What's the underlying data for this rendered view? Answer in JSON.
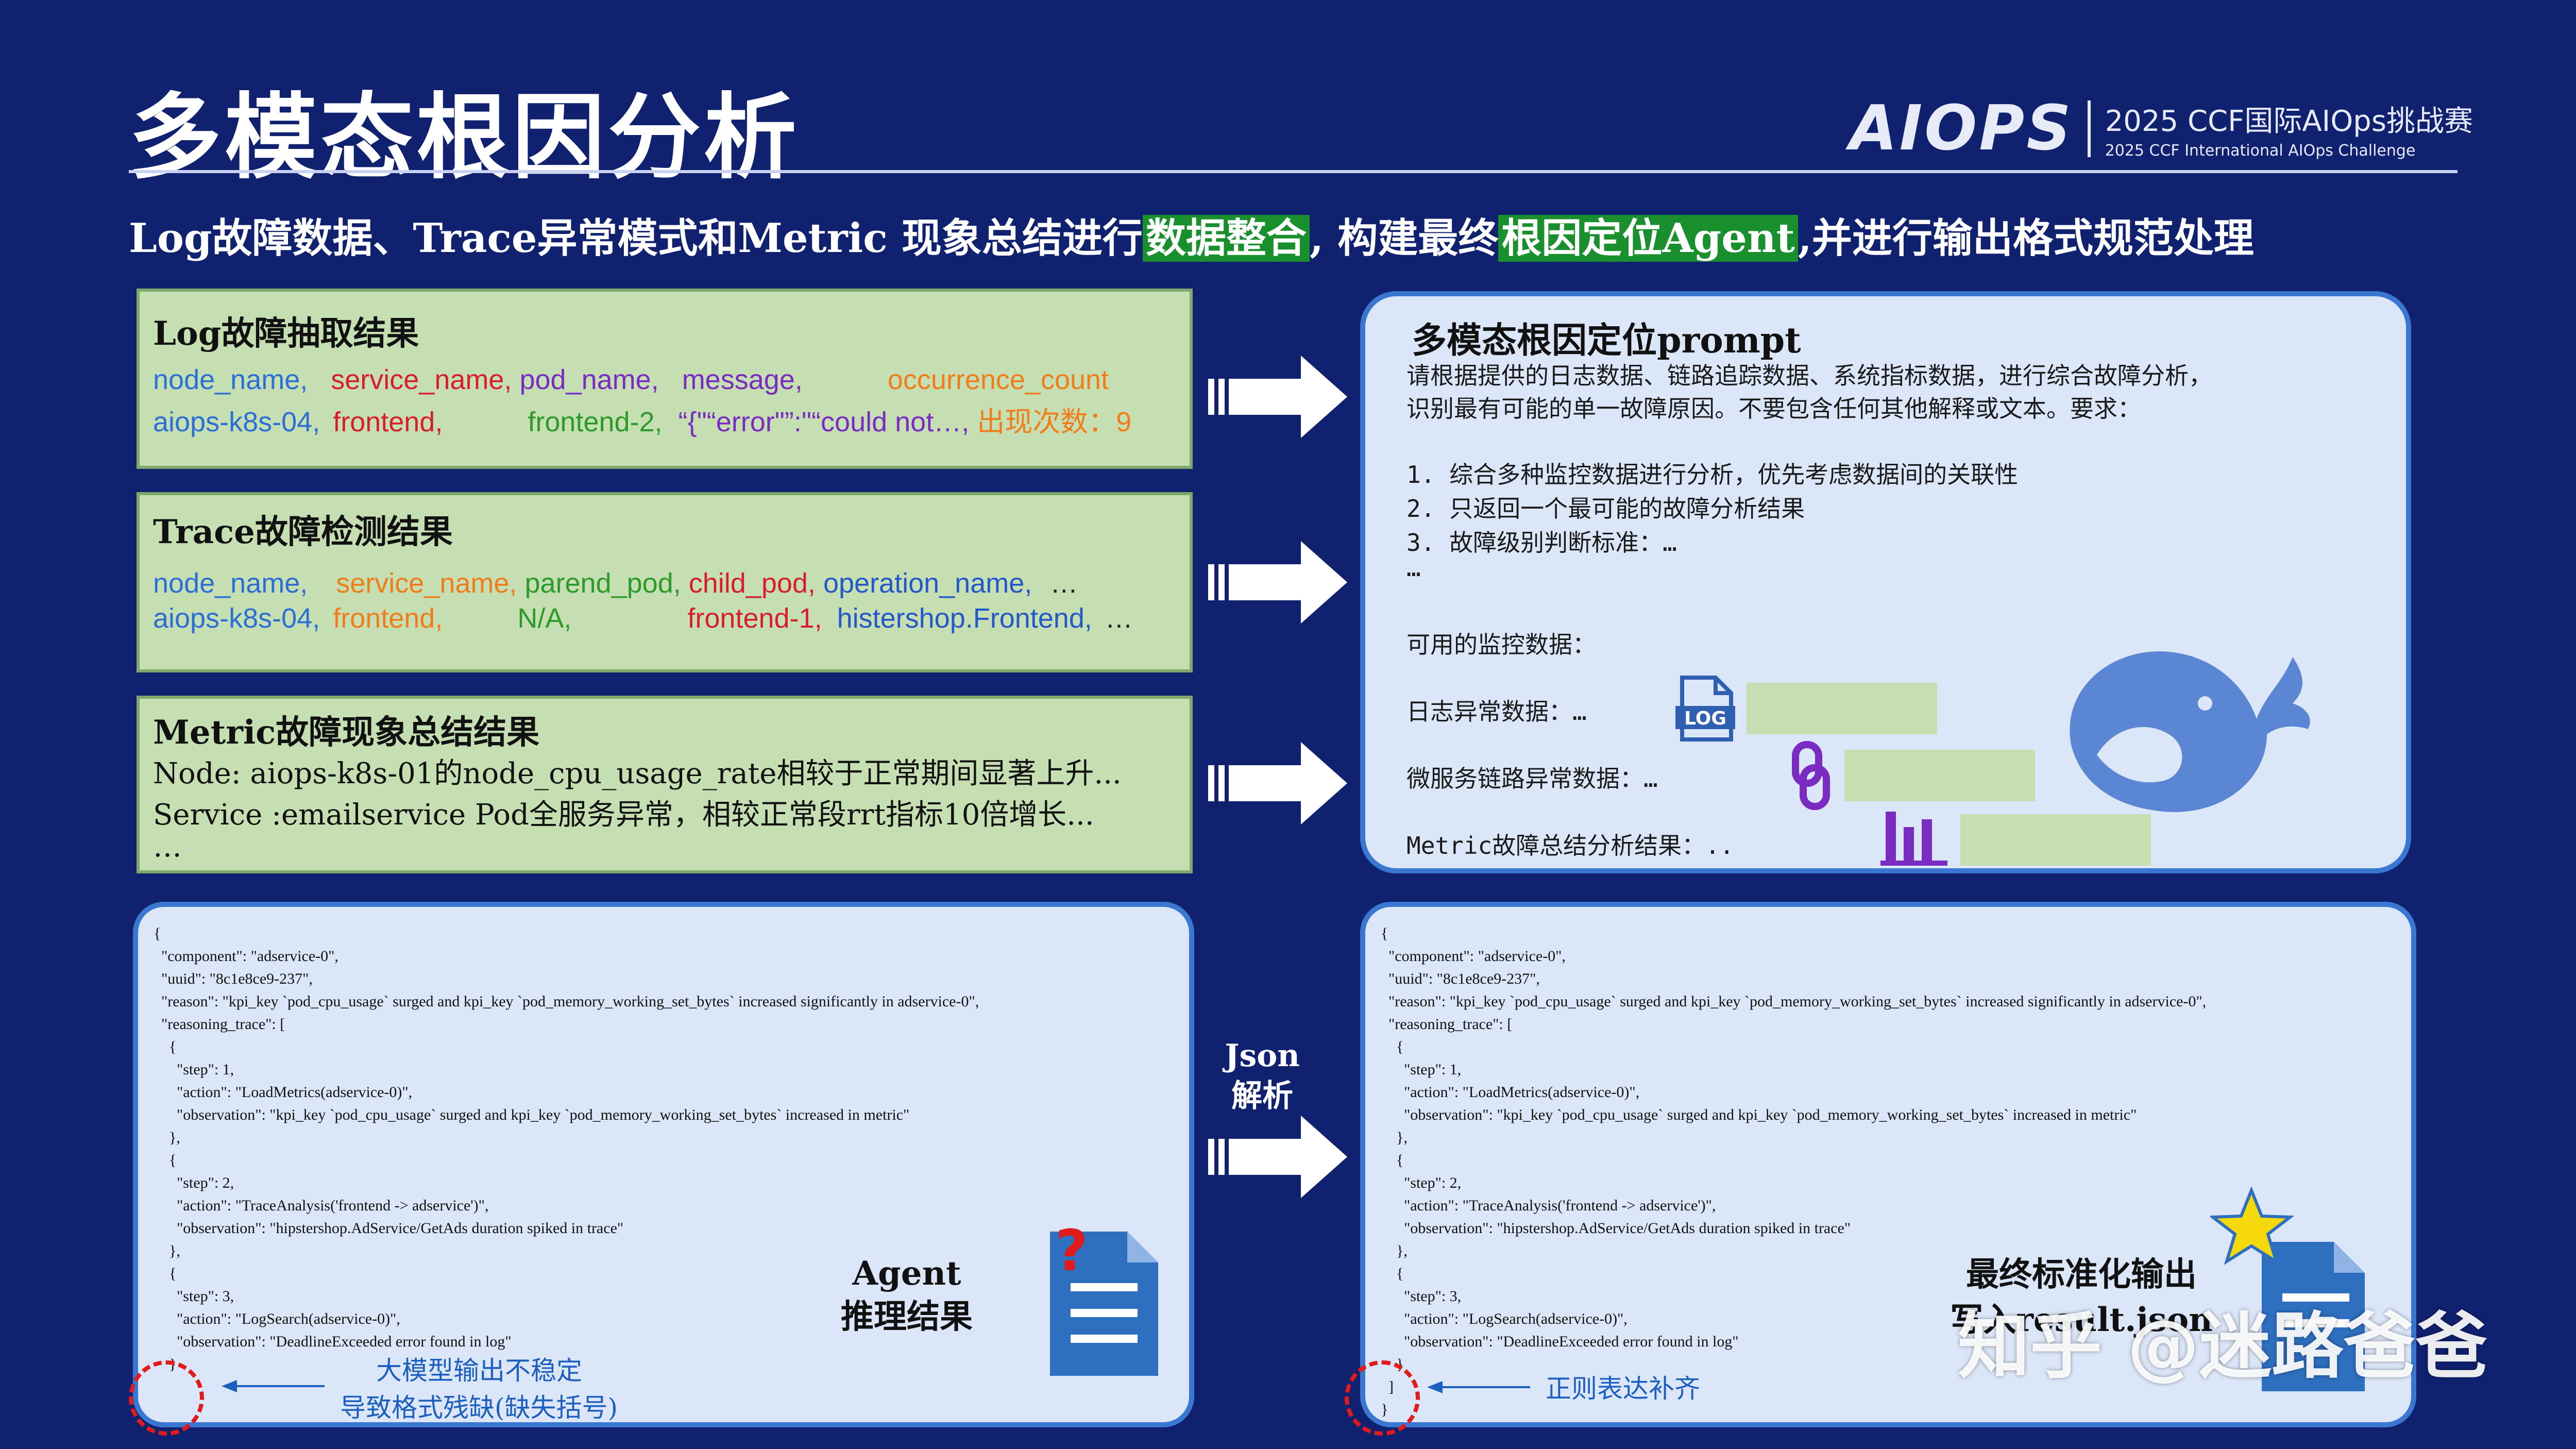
{
  "title": "多模态根因分析",
  "brand": {
    "logo": "AIOPS",
    "line1": "2025 CCF国际AIOps挑战赛",
    "line2": "2025 CCF International AIOps Challenge"
  },
  "subtitle": {
    "part1": "Log故障数据、Trace异常模式和Metric 现象总结进行",
    "hl1": "数据整合",
    "part2": ", 构建最终",
    "hl2": "根因定位Agent",
    "part3": ",并进行输出格式规范处理"
  },
  "log_box": {
    "title": "Log故障抽取结果",
    "headers": [
      "node_name,",
      "service_name,",
      "pod_name,",
      "message,",
      "occurrence_count"
    ],
    "values": [
      "aiops-k8s-04,",
      "frontend,",
      "frontend-2,",
      "“{\"“error\"”:\"“could not…,",
      "出现次数：9"
    ]
  },
  "trace_box": {
    "title": "Trace故障检测结果",
    "headers": [
      "node_name,",
      "service_name,",
      "parend_pod,",
      "child_pod,",
      "operation_name,",
      "…"
    ],
    "values": [
      "aiops-k8s-04,",
      "frontend,",
      "N/A,",
      "frontend-1,",
      "histershop.Frontend,",
      "…"
    ]
  },
  "metric_box": {
    "title": "Metric故障现象总结结果",
    "lines": [
      "Node: aiops-k8s-01的node_cpu_usage_rate相较于正常期间显著上升...",
      "Service :emailservice Pod全服务异常，相较正常段rrt指标10倍增长...",
      "…"
    ]
  },
  "prompt_box": {
    "title": "多模态根因定位prompt",
    "intro1": "请根据提供的日志数据、链路追踪数据、系统指标数据，进行综合故障分析，",
    "intro2": "识别最有可能的单一故障原因。不要包含任何其他解释或文本。要求：",
    "items": [
      "1.  综合多种监控数据进行分析，优先考虑数据间的关联性",
      "2.  只返回一个最可能的故障分析结果",
      "3.  故障级别判断标准：…",
      "…"
    ],
    "available": "可用的监控数据：",
    "log_data": "日志异常数据：…",
    "trace_data": "微服务链路异常数据：…",
    "metric_data": "Metric故障总结分析结果：..",
    "log_icon_text": "LOG"
  },
  "json_left": {
    "lines": [
      "{",
      "  \"component\": \"adservice-0\",",
      "  \"uuid\": \"8c1e8ce9-237\",",
      "  \"reason\": \"kpi_key `pod_cpu_usage` surged and kpi_key `pod_memory_working_set_bytes` increased significantly in adservice-0\",",
      "  \"reasoning_trace\": [",
      "    {",
      "      \"step\": 1,",
      "      \"action\": \"LoadMetrics(adservice-0)\",",
      "      \"observation\": \"kpi_key `pod_cpu_usage` surged and kpi_key `pod_memory_working_set_bytes` increased in metric\"",
      "    },",
      "    {",
      "      \"step\": 2,",
      "      \"action\": \"TraceAnalysis('frontend -> adservice')\",",
      "      \"observation\": \"hipstershop.AdService/GetAds duration spiked in trace\"",
      "    },",
      "    {",
      "      \"step\": 3,",
      "      \"action\": \"LogSearch(adservice-0)\",",
      "      \"observation\": \"DeadlineExceeded error found in log\"",
      "    }"
    ]
  },
  "json_right": {
    "lines": [
      "{",
      "  \"component\": \"adservice-0\",",
      "  \"uuid\": \"8c1e8ce9-237\",",
      "  \"reason\": \"kpi_key `pod_cpu_usage` surged and kpi_key `pod_memory_working_set_bytes` increased significantly in adservice-0\",",
      "  \"reasoning_trace\": [",
      "    {",
      "      \"step\": 1,",
      "      \"action\": \"LoadMetrics(adservice-0)\",",
      "      \"observation\": \"kpi_key `pod_cpu_usage` surged and kpi_key `pod_memory_working_set_bytes` increased in metric\"",
      "    },",
      "    {",
      "      \"step\": 2,",
      "      \"action\": \"TraceAnalysis('frontend -> adservice')\",",
      "      \"observation\": \"hipstershop.AdService/GetAds duration spiked in trace\"",
      "    },",
      "    {",
      "      \"step\": 3,",
      "      \"action\": \"LogSearch(adservice-0)\",",
      "      \"observation\": \"DeadlineExceeded error found in log\"",
      "    }",
      "  ]",
      "}"
    ]
  },
  "agent_label": {
    "line1": "Agent",
    "line2": "推理结果"
  },
  "json_parse_label": {
    "line1": "Json",
    "line2": "解析"
  },
  "final_label": {
    "line1": "最终标准化输出",
    "line2": "写入result.json"
  },
  "note_left": {
    "line1": "大模型输出不稳定",
    "line2": "导致格式残缺(缺失括号)"
  },
  "note_right": "正则表达补齐",
  "watermark": "知乎 @迷路爸爸",
  "colors": {
    "background": "#102170",
    "green_box": "#c5dfb3",
    "blue_border": "#3a77d0",
    "highlight": "#1a8f2d"
  }
}
